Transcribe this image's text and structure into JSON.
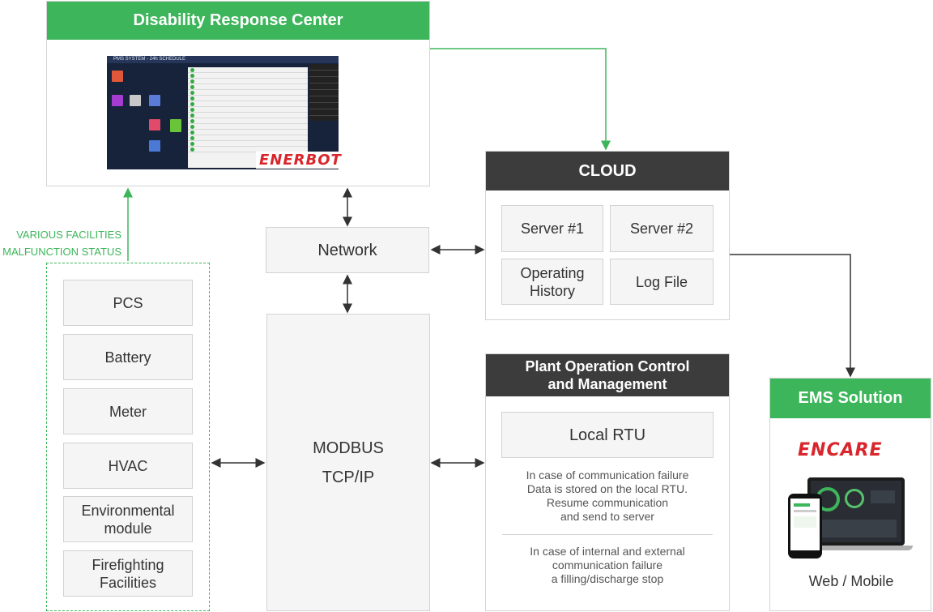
{
  "disability_center": {
    "title": "Disability Response Center",
    "ems_window_title": "PMS SYSTEM - 24h SCHEDULE",
    "logo_text": "ENERBOT"
  },
  "status_label": {
    "line1": "VARIOUS FACILITIES",
    "line2": "MALFUNCTION STATUS"
  },
  "facilities": [
    {
      "label": "PCS"
    },
    {
      "label": "Battery"
    },
    {
      "label": "Meter"
    },
    {
      "label": "HVAC"
    },
    {
      "label": "Environmental module"
    },
    {
      "label": "Firefighting Facilities"
    }
  ],
  "network": {
    "label": "Network"
  },
  "modbus": {
    "line1": "MODBUS",
    "line2": "TCP/IP"
  },
  "cloud": {
    "title": "CLOUD",
    "items": [
      {
        "label": "Server #1"
      },
      {
        "label": "Server #2"
      },
      {
        "label": "Operating History"
      },
      {
        "label": "Log File"
      }
    ]
  },
  "plant": {
    "title_line1": "Plant Operation Control",
    "title_line2": "and Management",
    "rtu_label": "Local RTU",
    "note1": [
      "In case of communication failure",
      "Data is stored on the local RTU.",
      "Resume communication",
      "and send to server"
    ],
    "note2": [
      "In case of internal and external",
      "communication failure",
      "a filling/discharge stop"
    ]
  },
  "ems_solution": {
    "title": "EMS Solution",
    "logo_text": "ENCARE",
    "caption": "Web / Mobile"
  },
  "colors": {
    "green": "#3db55a",
    "dark_header": "#3c3c3c",
    "logo_red": "#d9262c",
    "arrow_dark": "#333333"
  }
}
